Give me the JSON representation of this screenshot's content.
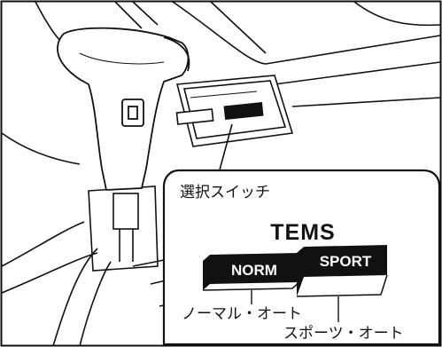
{
  "callout": {
    "title": "選択スイッチ",
    "brand": "TEMS",
    "norm_button": "NORM",
    "sport_button": "SPORT",
    "norm_caption": "ノーマル・オート",
    "sport_caption": "スポーツ・オート"
  }
}
